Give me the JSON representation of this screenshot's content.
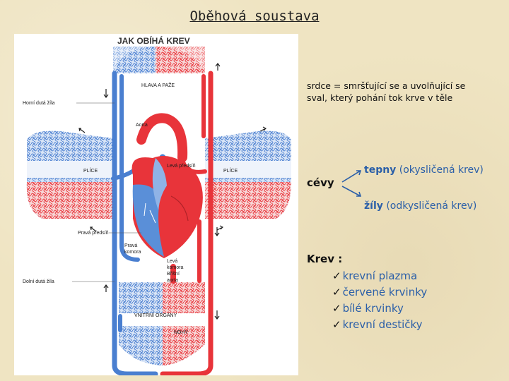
{
  "title": "Oběhová soustava",
  "diagram": {
    "heading": "JAK OBÍHÁ KREV",
    "labels": {
      "head_arms": "HLAVA A PAŽE",
      "superior_vena_cava": "Horní dutá žíla",
      "aorta": "Aorta",
      "lungs_left": "PLÍCE",
      "lungs_right": "PLÍCE",
      "left_atrium": "Levá předsíň",
      "right_atrium": "Pravá předsíň",
      "right_ventricle_1": "Pravá",
      "right_ventricle_2": "komora",
      "left_ventricle_1": "Levá",
      "left_ventricle_2": "komora",
      "abdominal_aorta_1": "Břišní",
      "abdominal_aorta_2": "aorta",
      "inferior_vena_cava": "Dolní dutá žíla",
      "internal_organs": "VNITŘNÍ ORGÁNY",
      "legs": "NOHY"
    }
  },
  "definition": {
    "term": "srdce",
    "rest": " = smršťující se a uvolňující se sval, který pohání tok krve v těle"
  },
  "vessels": {
    "word": "cévy",
    "arteries_term": "tepny",
    "arteries_rest": " (okysličená krev)",
    "veins_term": "žíly",
    "veins_rest": " (odkysličená krev)"
  },
  "blood": {
    "heading": "Krev :",
    "items": [
      "krevní plazma",
      "červené krvinky",
      "bílé krvinky",
      "krevní destičky"
    ]
  },
  "colors": {
    "artery": "#e8343a",
    "vein": "#4a7fd0",
    "accent_text": "#2b5fa8"
  }
}
